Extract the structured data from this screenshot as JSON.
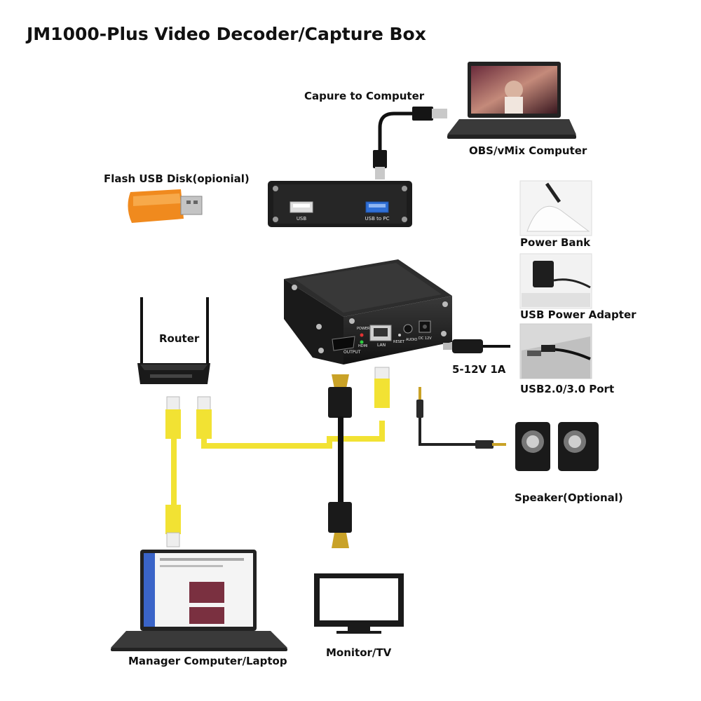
{
  "title": "JM1000-Plus Video Decoder/Capture Box",
  "labels": {
    "capture": "Capure to Computer",
    "obs": "OBS/vMix Computer",
    "flash": "Flash USB Disk(opionial)",
    "power_bank": "Power Bank",
    "usb_adapter": "USB Power Adapter",
    "router": "Router",
    "voltage": "5-12V 1A",
    "usb_port": "USB2.0/3.0 Port",
    "speaker": "Speaker(Optional)",
    "manager": "Manager Computer/Laptop",
    "monitor": "Monitor/TV"
  },
  "device_ports": {
    "usb": "USB",
    "usb_to_pc": "USB to PC",
    "output": "OUTPUT",
    "power": "POWER",
    "hdmi": "HDMI",
    "lan": "LAN",
    "reset": "RESET",
    "audio": "AUDIO",
    "dc": "DC 12V"
  },
  "colors": {
    "lan_cable": "#f2e233",
    "device_body": "#1d1d1d",
    "usb3_port": "#2f6fd6",
    "flash_disk": "#f08a1e"
  }
}
